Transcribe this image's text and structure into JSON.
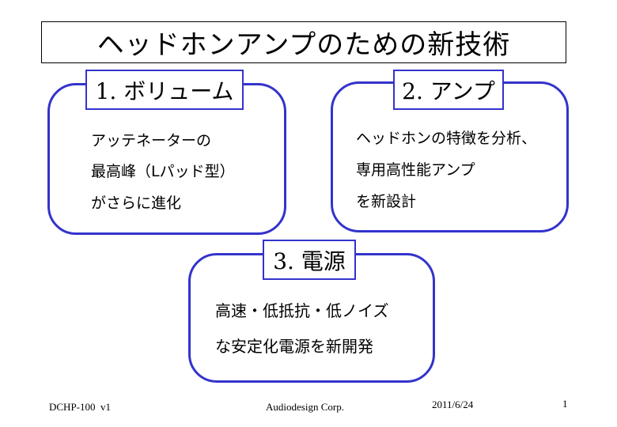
{
  "title": "ヘッドホンアンプのための新技術",
  "sections": [
    {
      "label": "1. ボリューム",
      "lines": [
        "アッテネーターの",
        "最高峰（Lパッド型）",
        "がさらに進化"
      ]
    },
    {
      "label": "2. アンプ",
      "lines": [
        "ヘッドホンの特徴を分析、",
        "専用高性能アンプ",
        "を新設計"
      ]
    },
    {
      "label": "3. 電源",
      "lines": [
        "高速・低抵抗・低ノイズ",
        "な安定化電源を新開発"
      ]
    }
  ],
  "footer": {
    "doc_id": "DCHP-100  v1",
    "company": "Audiodesign Corp.",
    "date": "2011/6/24",
    "page": "1"
  },
  "colors": {
    "accent": "#3333cc"
  }
}
